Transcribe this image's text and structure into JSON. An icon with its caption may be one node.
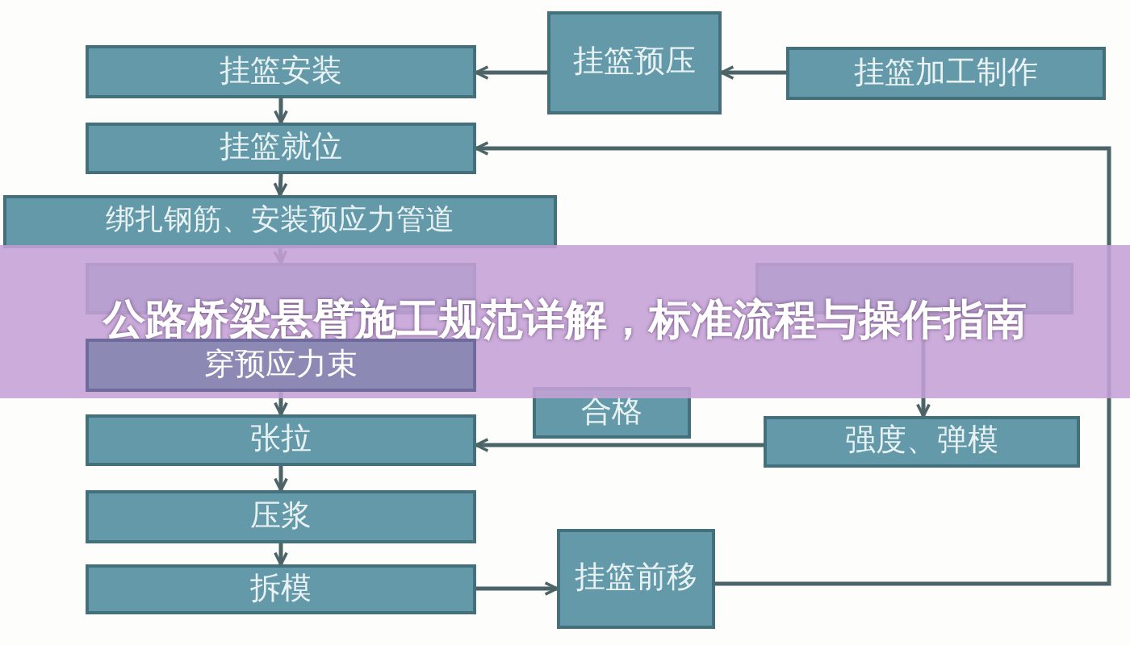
{
  "diagram": {
    "title": "公路桥梁悬臂施工规范详解，标准流程与操作指南",
    "nodes": [
      {
        "text": [
          "挂篮安装"
        ]
      },
      {
        "text": [
          "挂篮预压"
        ]
      },
      {
        "text": [
          "挂篮加工制作"
        ]
      },
      {
        "text": [
          "挂篮就位"
        ]
      },
      {
        "text": [
          "绑扎钢筋、安装预应力管道"
        ]
      },
      {
        "text": [],
        "shape": "box"
      },
      {
        "text": [],
        "shape": "box"
      },
      {
        "text": [
          "穿预应力束"
        ]
      },
      {
        "text": [
          "合格"
        ]
      },
      {
        "text": [
          "强度、弹模"
        ]
      },
      {
        "text": [
          "张拉"
        ]
      },
      {
        "text": [
          "压浆"
        ]
      },
      {
        "text": [
          "拆模"
        ]
      },
      {
        "text": [
          "挂篮前移"
        ]
      }
    ],
    "edges": [
      {
        "from": 2,
        "to": 1,
        "arrow": "to"
      },
      {
        "from": 1,
        "to": 0,
        "arrow": "to"
      },
      {
        "from": 0,
        "to": 3,
        "arrow": "to"
      },
      {
        "from": 3,
        "to": 4,
        "arrow": "to"
      },
      {
        "from": 4,
        "to": 5,
        "arrow": "to"
      },
      {
        "from": 5,
        "to": 7,
        "arrow": "to"
      },
      {
        "from": 7,
        "to": 10,
        "arrow": "to"
      },
      {
        "from": 10,
        "to": 11,
        "arrow": "to"
      },
      {
        "from": 11,
        "to": 12,
        "arrow": "to"
      },
      {
        "from": 12,
        "to": 13,
        "arrow": "to"
      },
      {
        "from": 13,
        "to": 3,
        "arrow": "to"
      },
      {
        "from": 6,
        "to": 9,
        "arrow": "to"
      },
      {
        "from": 9,
        "to": 10,
        "arrow": "to"
      }
    ]
  }
}
